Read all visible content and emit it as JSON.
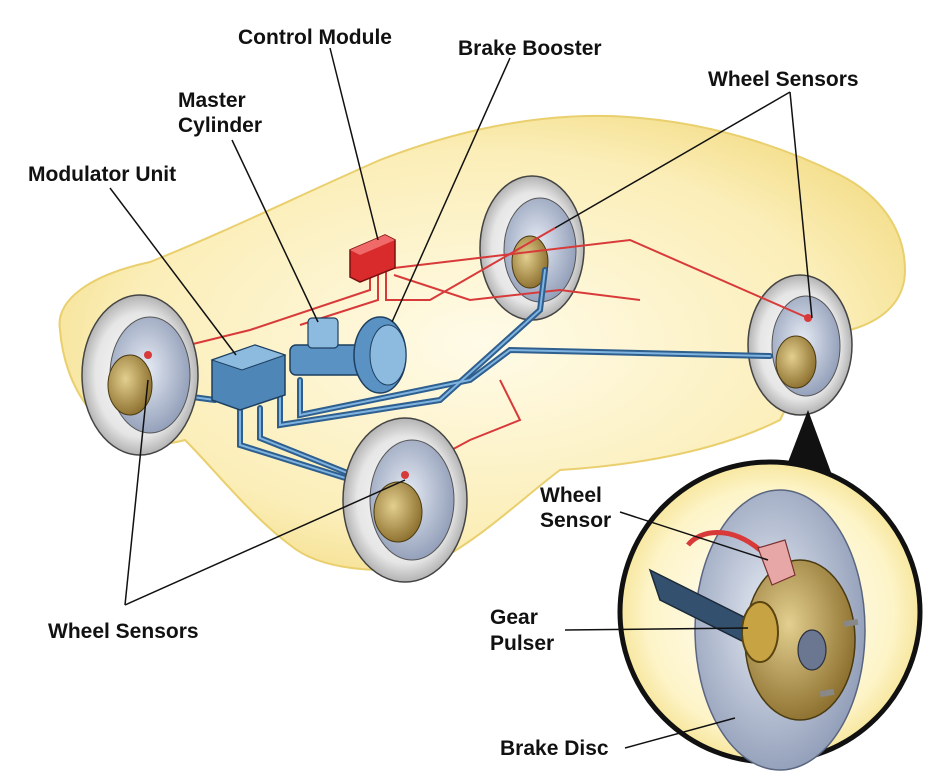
{
  "labels": {
    "control_module": "Control Module",
    "brake_booster": "Brake Booster",
    "master_cylinder_line1": "Master",
    "master_cylinder_line2": "Cylinder",
    "modulator_unit": "Modulator Unit",
    "wheel_sensors_top": "Wheel Sensors",
    "wheel_sensors_bottom": "Wheel Sensors",
    "wheel_sensor_line1": "Wheel",
    "wheel_sensor_line2": "Sensor",
    "gear_pulser_line1": "Gear",
    "gear_pulser_line2": "Pulser",
    "brake_disc": "Brake Disc"
  },
  "colors": {
    "car_body": "#f8e7a0",
    "car_body_light": "#fdf6d2",
    "brake_line": "#4a7fb0",
    "sensor_wire": "#d83a3a",
    "control_module": "#d92b2b",
    "tire": "#ececec",
    "disc": "#b9c4d8",
    "hub": "#b59a55"
  }
}
